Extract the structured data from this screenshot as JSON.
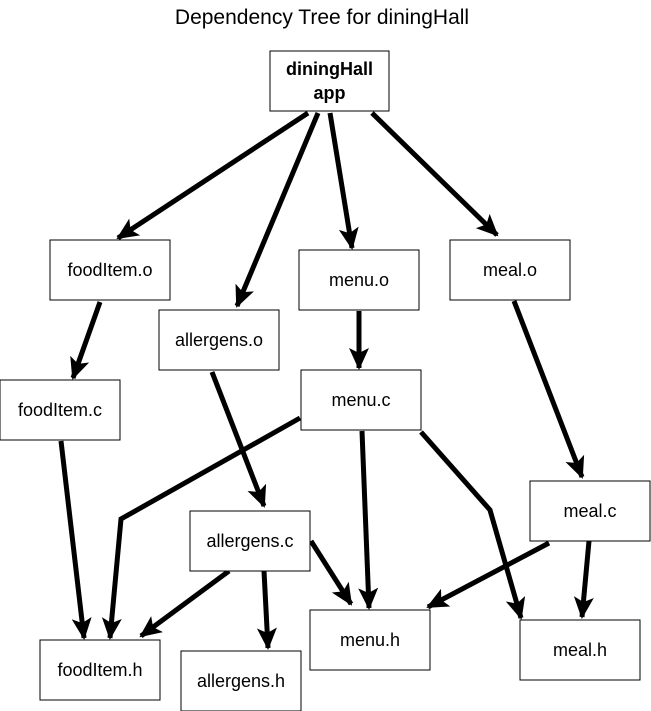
{
  "title": "Dependency Tree for diningHall",
  "nodes": {
    "root": {
      "lines": [
        "diningHall",
        "app"
      ]
    },
    "fooditem_o": {
      "lines": [
        "foodItem.o"
      ]
    },
    "allergens_o": {
      "lines": [
        "allergens.o"
      ]
    },
    "menu_o": {
      "lines": [
        "menu.o"
      ]
    },
    "meal_o": {
      "lines": [
        "meal.o"
      ]
    },
    "fooditem_c": {
      "lines": [
        "foodItem.c"
      ]
    },
    "menu_c": {
      "lines": [
        "menu.c"
      ]
    },
    "allergens_c": {
      "lines": [
        "allergens.c"
      ]
    },
    "meal_c": {
      "lines": [
        "meal.c"
      ]
    },
    "fooditem_h": {
      "lines": [
        "foodItem.h"
      ]
    },
    "allergens_h": {
      "lines": [
        "allergens.h"
      ]
    },
    "menu_h": {
      "lines": [
        "menu.h"
      ]
    },
    "meal_h": {
      "lines": [
        "meal.h"
      ]
    }
  },
  "edges": [
    {
      "from": "root",
      "to": "fooditem_o"
    },
    {
      "from": "root",
      "to": "allergens_o"
    },
    {
      "from": "root",
      "to": "menu_o"
    },
    {
      "from": "root",
      "to": "meal_o"
    },
    {
      "from": "fooditem_o",
      "to": "fooditem_c"
    },
    {
      "from": "menu_o",
      "to": "menu_c"
    },
    {
      "from": "allergens_o",
      "to": "allergens_c"
    },
    {
      "from": "meal_o",
      "to": "meal_c"
    },
    {
      "from": "fooditem_c",
      "to": "fooditem_h"
    },
    {
      "from": "menu_c",
      "to": "fooditem_h"
    },
    {
      "from": "menu_c",
      "to": "menu_h"
    },
    {
      "from": "menu_c",
      "to": "meal_h"
    },
    {
      "from": "allergens_c",
      "to": "fooditem_h"
    },
    {
      "from": "allergens_c",
      "to": "allergens_h"
    },
    {
      "from": "allergens_c",
      "to": "menu_h"
    },
    {
      "from": "meal_c",
      "to": "menu_h"
    },
    {
      "from": "meal_c",
      "to": "meal_h"
    }
  ]
}
